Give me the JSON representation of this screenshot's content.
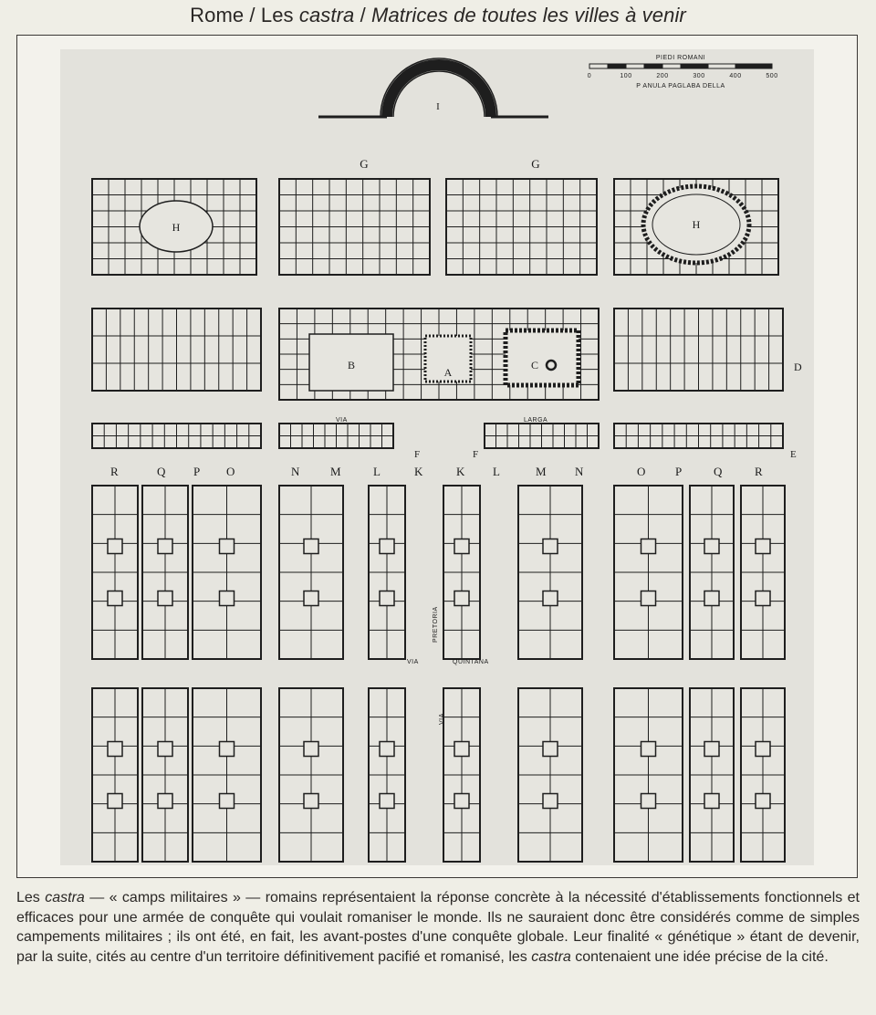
{
  "header": {
    "part1": "Rome / Les ",
    "part2": "castra",
    "part3": " / ",
    "part4": "Matrices de toutes les villes à venir"
  },
  "plan": {
    "letters": {
      "I": "I",
      "G": "G",
      "H": "H",
      "B": "B",
      "A": "A",
      "C": "C",
      "D": "D",
      "E": "E",
      "F": "F"
    },
    "column_letters_left": [
      "R",
      "Q",
      "P",
      "O",
      "N",
      "M",
      "L",
      "K"
    ],
    "column_letters_right": [
      "K",
      "L",
      "M",
      "N",
      "O",
      "P",
      "Q",
      "R"
    ],
    "street_labels": {
      "via": "VIA",
      "larga": "LARGA",
      "pretoria": "PRETORIA",
      "quintana": "QUINTANA"
    },
    "scale": {
      "top": "PIEDI ROMANI",
      "bottom": "P ANULA PAGLABA DELLA",
      "ticks": [
        "0",
        "100",
        "200",
        "300",
        "400",
        "500"
      ]
    }
  },
  "caption": {
    "s1": "Les ",
    "s2": "castra",
    "s3": " — « camps militaires » — romains représentaient la réponse concrète à la nécessité d'établissements fonctionnels et efficaces pour une armée de conquête qui voulait romaniser le monde. Ils ne sauraient donc être considérés comme de simples campements militaires ; ils ont été, en fait, les avant-postes d'une conquête globale. Leur finalité « génétique » étant de devenir, par la suite, cités au centre d'un territoire définitivement pacifié et romanisé, les ",
    "s4": "castra",
    "s5": " contenaient une idée précise de la cité."
  }
}
